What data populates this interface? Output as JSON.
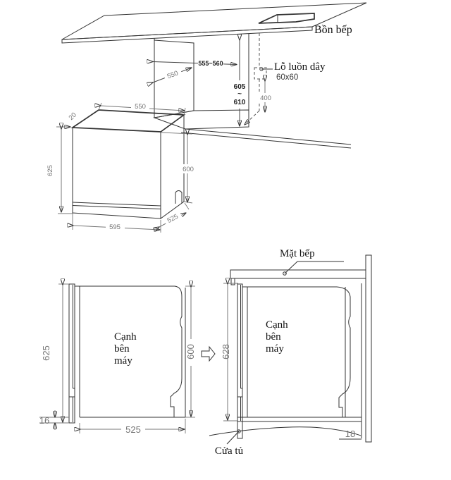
{
  "top_diagram": {
    "labels": {
      "sink": "Bồn bếp",
      "wire_hole": "Lỗ luồn dây",
      "wire_hole_size": "60x60"
    },
    "dims": {
      "opening_width": "555~560",
      "opening_depth": "550",
      "opening_height_upper": "605",
      "opening_height_sep": "~",
      "opening_height_lower": "610",
      "wire_hole_drop": "400",
      "top_depth": "550",
      "top_lip": "20",
      "left_height": "625",
      "right_height": "600",
      "front_width": "595",
      "side_depth": "525"
    }
  },
  "bottom_left": {
    "machine_label": [
      "Cạnh",
      "bên",
      "máy"
    ],
    "dims": {
      "door_height": "625",
      "body_height": "600",
      "body_depth": "525",
      "door_drop": "16"
    }
  },
  "bottom_right": {
    "labels": {
      "countertop": "Mặt bếp",
      "cabinet_door": "Cửa tủ"
    },
    "machine_label": [
      "Cạnh",
      "bên",
      "máy"
    ],
    "dims": {
      "total_height": "628",
      "wall_gap": "18"
    }
  },
  "palette": {
    "line": "#333333",
    "dim_text": "#757575",
    "panel_dark": "#9c9c9c",
    "panel_mid": "#c4c4c4",
    "panel_light": "#ebebeb",
    "slab_fill": "#d8d8d8",
    "sink_fill": "#b5b5b5"
  }
}
